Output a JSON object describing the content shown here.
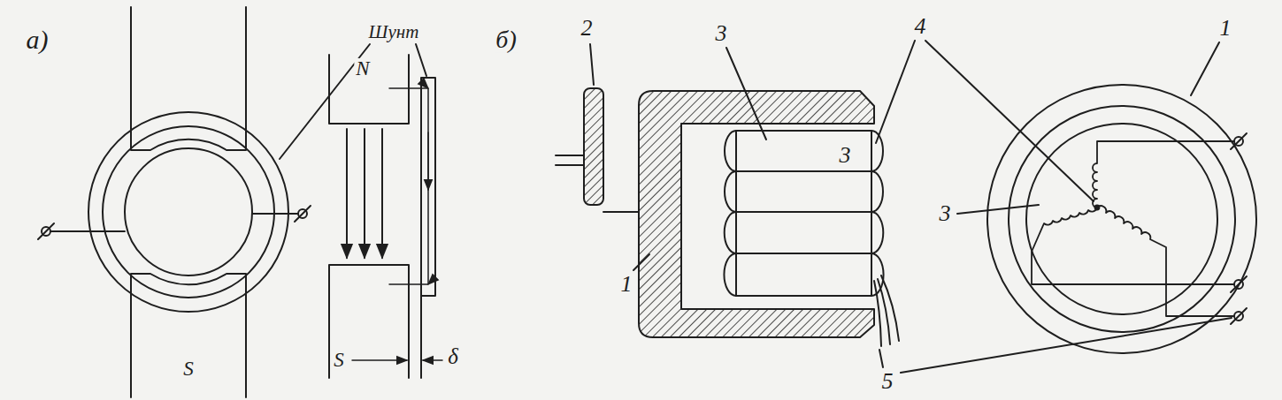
{
  "diagram": {
    "labels": [
      "а)",
      "Шунт",
      "N",
      "S",
      "S",
      "δ",
      "б)",
      "2",
      "3",
      "4",
      "1",
      "3",
      "3",
      "1",
      "5"
    ]
  }
}
